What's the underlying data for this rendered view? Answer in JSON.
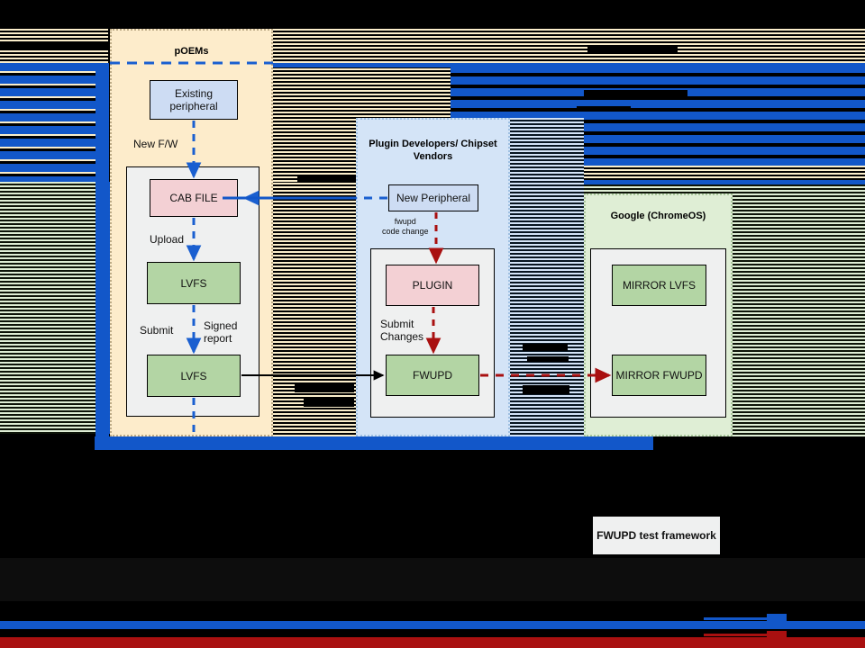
{
  "diagram": {
    "title_hidden": "",
    "panels": [
      {
        "id": "poems",
        "title": "pOEMs"
      },
      {
        "id": "plugin",
        "title": "Plugin Developers/\nChipset Vendors"
      },
      {
        "id": "google",
        "title": "Google\n(ChromeOS)"
      }
    ],
    "nodes": {
      "existing_peripheral": "Existing\nperipheral",
      "cab_file": "CAB FILE",
      "lvfs_upper": "LVFS",
      "lvfs_lower": "LVFS",
      "new_peripheral": "New Peripheral",
      "plugin": "PLUGIN",
      "fwupd": "FWUPD",
      "mirror_lvfs": "MIRROR LVFS",
      "mirror_fwupd": "MIRROR FWUPD",
      "test_framework": "FWUPD test framework"
    },
    "edge_labels": {
      "new_fw": "New F/W",
      "upload": "Upload",
      "submit": "Submit",
      "signed_report": "Signed\nreport",
      "fwupd_code_change": "fwupd\ncode change",
      "submit_changes": "Submit\nChanges"
    },
    "colors": {
      "panel_oem_fill": "#fdeccb",
      "panel_plugin_fill": "#d4e4f7",
      "panel_google_fill": "#dfeed5",
      "node_blue": "#cddcf3",
      "node_pink": "#f3d0d4",
      "node_green": "#b3d5a4",
      "arrow_blue": "#1a5fd0",
      "arrow_red": "#a91010",
      "arrow_black": "#000000",
      "inner_box": "#eff0f0",
      "background": "#000000"
    }
  }
}
